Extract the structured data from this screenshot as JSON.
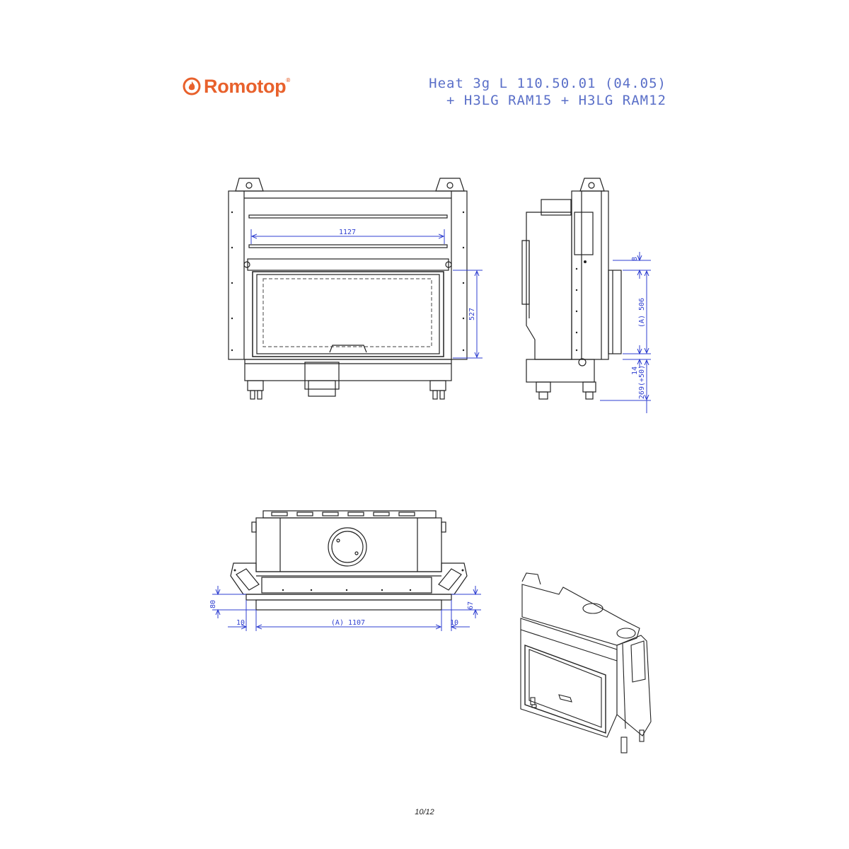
{
  "brand": {
    "name": "Romotop",
    "trademark": "®",
    "color": "#e8612c"
  },
  "title": {
    "line1": "Heat 3g L 110.50.01 (04.05)",
    "line2": "+ H3LG RAM15 + H3LG RAM12",
    "color": "#5a6fc8"
  },
  "dimension_color": "#2f3fd0",
  "front_view": {
    "width_label": "1127",
    "opening_height_label": "527"
  },
  "side_view": {
    "top_gap_label": "8",
    "opening_label": "(A) 506",
    "bottom_gap_label": "14",
    "base_label": "269(+50)"
  },
  "top_view": {
    "left_height_label": "80",
    "right_height_label": "67",
    "left_margin_label": "10",
    "width_label": "(A) 1107",
    "right_margin_label": "10"
  },
  "page": {
    "number": "10/12"
  }
}
